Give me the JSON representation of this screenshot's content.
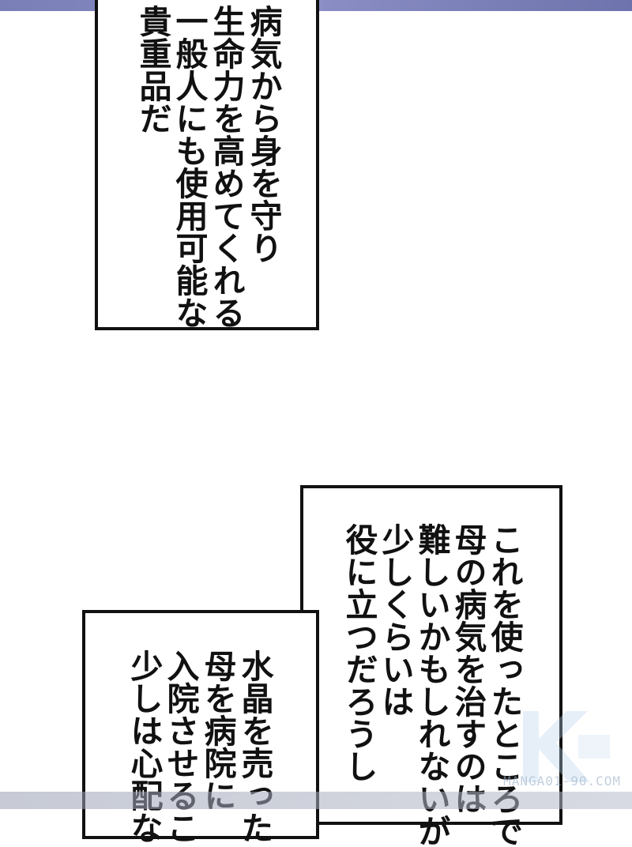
{
  "panel1": {
    "lines": [
      "病気から身を守り",
      "生命力を高めてくれる",
      "一般人にも使用可能な",
      "貴重品だ"
    ]
  },
  "panel2": {
    "lines": [
      "これを使ったところで",
      "母の病気を治すのは",
      "難しいかもしれないが",
      "少しくらいは",
      "役に立つだろうし"
    ]
  },
  "panel3": {
    "lines": [
      "水晶を売った",
      "母を病院に",
      "入院させるこ",
      "少しは心配な"
    ]
  },
  "watermark": {
    "text": "MANGA01-90.COM"
  }
}
